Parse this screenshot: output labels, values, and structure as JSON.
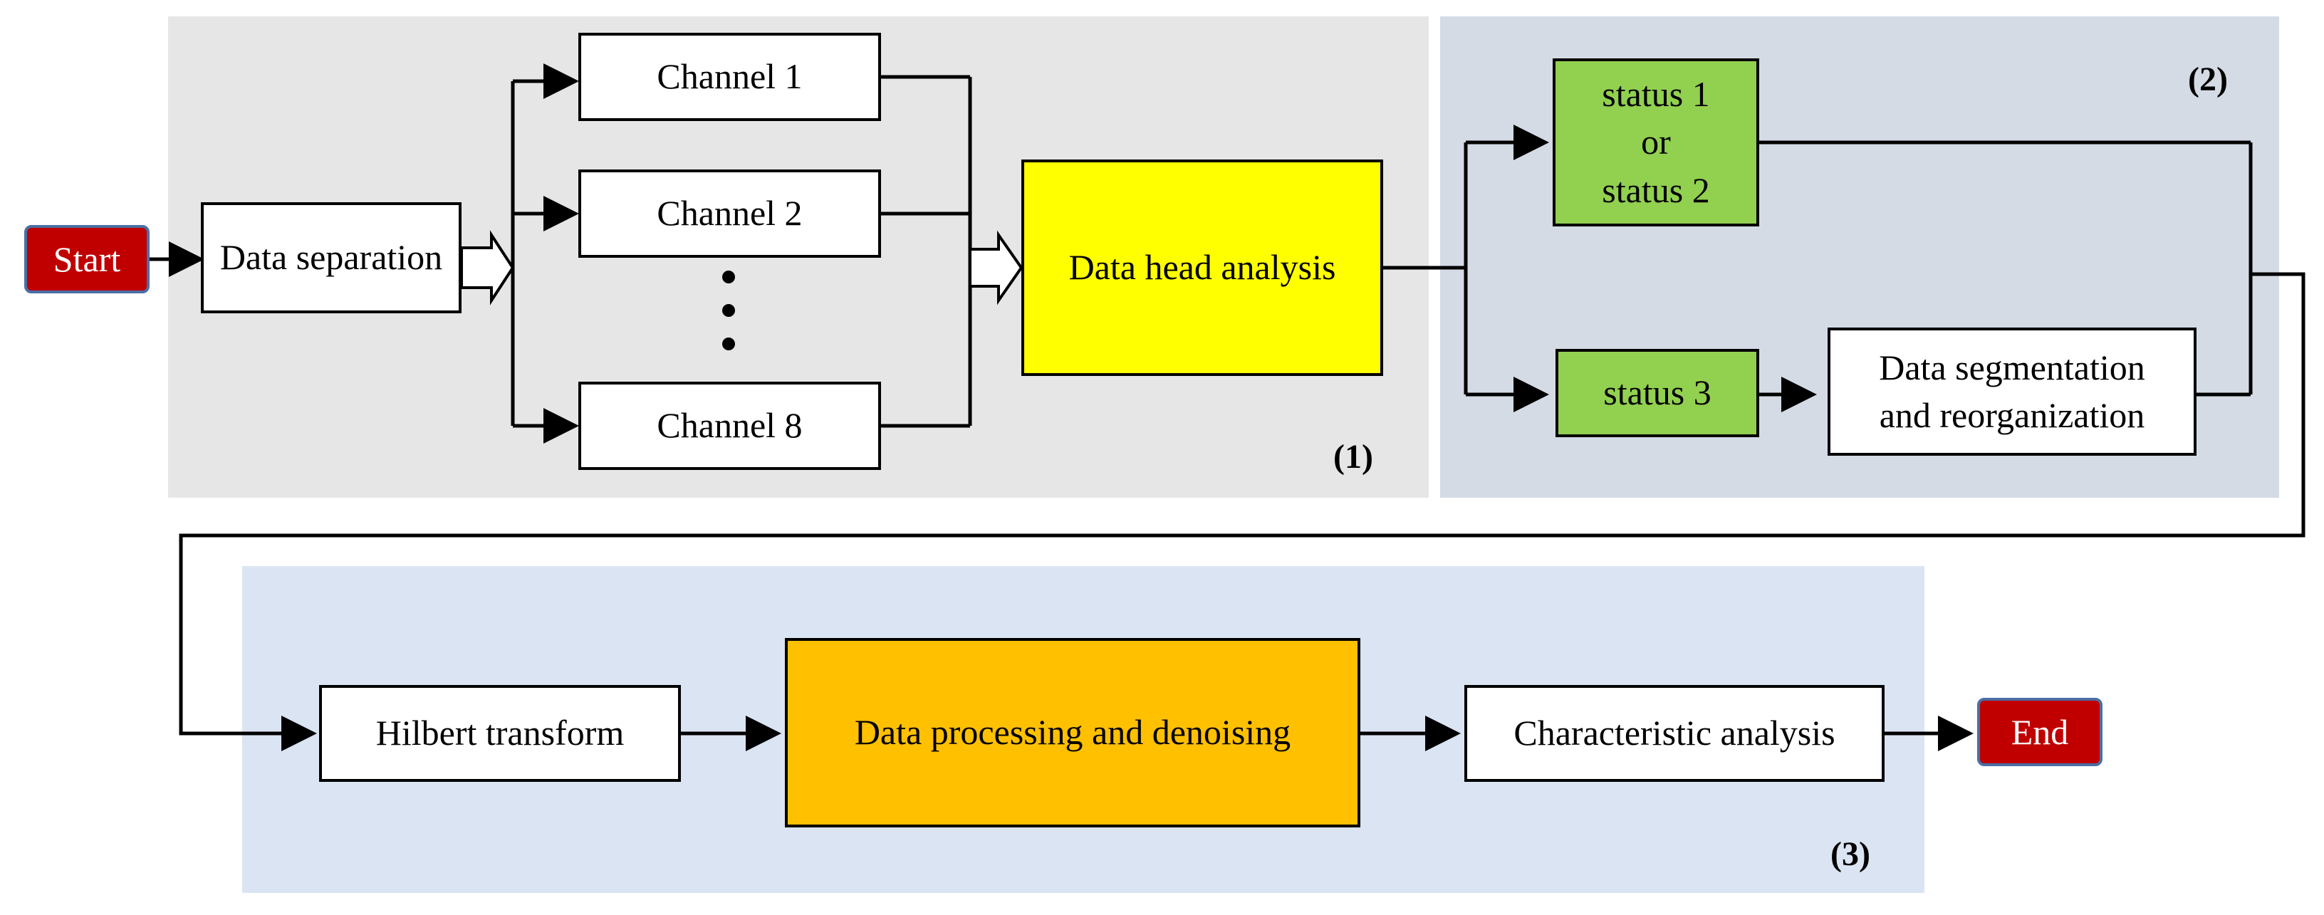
{
  "start_label": "Start",
  "end_label": "End",
  "section1": {
    "label": "(1)",
    "data_separation": "Data separation",
    "channels": [
      "Channel 1",
      "Channel 2",
      "Channel 8"
    ],
    "data_head_analysis": "Data head analysis"
  },
  "section2": {
    "label": "(2)",
    "status_1_or_2": [
      "status 1",
      "or",
      "status 2"
    ],
    "status_3": "status 3",
    "segmentation": [
      "Data segmentation",
      "and reorganization"
    ]
  },
  "section3": {
    "label": "(3)",
    "hilbert": "Hilbert transform",
    "processing": "Data processing and denoising",
    "characteristic": "Characteristic analysis"
  },
  "colors": {
    "panel1": "#e6e6e6",
    "panel2": "#d4dbe5",
    "panel3": "#dbe4f2",
    "terminal": "#c00000",
    "data_head": "#ffff00",
    "status": "#92d050",
    "processing": "#ffc000"
  }
}
